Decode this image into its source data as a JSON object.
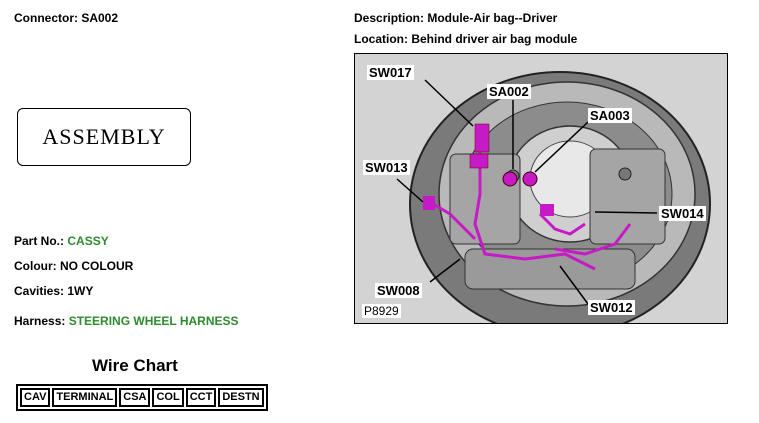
{
  "connector": "Connector: SA002",
  "description": "Description: Module-Air bag--Driver",
  "location": "Location: Behind driver air bag module",
  "assembly_label": "ASSEMBLY",
  "part_no": {
    "label": "Part No.:",
    "value": "CASSY"
  },
  "colour": "Colour: NO COLOUR",
  "cavities": "Cavities: 1WY",
  "harness": {
    "label": "Harness:",
    "value": "STEERING WHEEL HARNESS"
  },
  "wire_chart": {
    "title": "Wire Chart",
    "columns": [
      "CAV",
      "TERMINAL",
      "CSA",
      "COL",
      "CCT",
      "DESTN"
    ]
  },
  "figure": {
    "id": "P8929",
    "callouts": [
      "SW017",
      "SA002",
      "SA003",
      "SW013",
      "SW014",
      "SW008",
      "SW012"
    ]
  },
  "colors": {
    "green": "#2e8b2e",
    "wire": "#c71ac7",
    "figure_bg": "#d3d3d3"
  }
}
